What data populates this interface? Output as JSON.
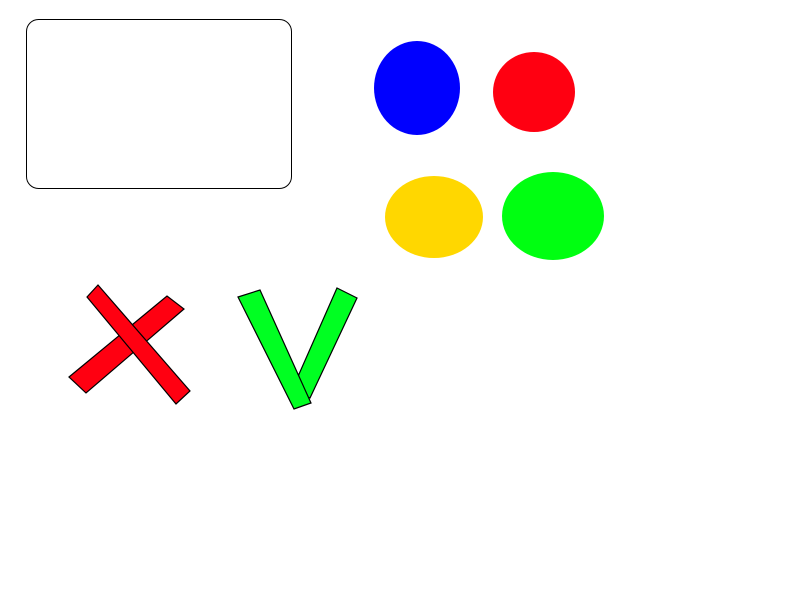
{
  "colors": {
    "background": "#ffffff",
    "outline": "#000000",
    "blue": "#0000ff",
    "red": "#ff0011",
    "yellow": "#ffd700",
    "green": "#00ff11",
    "cross": "#ff0011",
    "check": "#00ff22"
  },
  "shapes": {
    "panel": {
      "type": "rounded-rectangle",
      "fill": "none"
    },
    "circles": [
      {
        "name": "blue-circle",
        "color_key": "blue"
      },
      {
        "name": "red-circle",
        "color_key": "red"
      },
      {
        "name": "yellow-circle",
        "color_key": "yellow"
      },
      {
        "name": "green-circle",
        "color_key": "green"
      }
    ],
    "cross_icon": "cross-icon",
    "check_icon": "check-icon"
  }
}
